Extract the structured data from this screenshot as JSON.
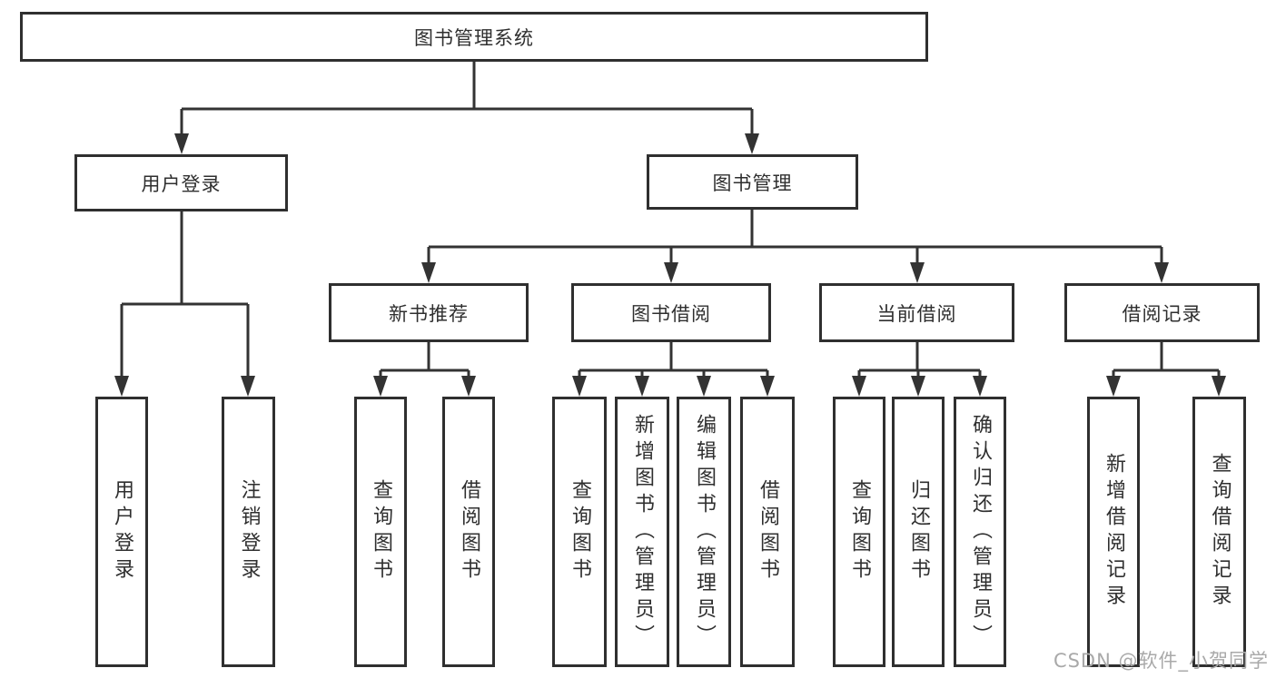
{
  "diagram_type": "hierarchy-tree",
  "colors": {
    "line": "#333333",
    "box_border": "#2f2f2f",
    "text": "#2f2f2f",
    "watermark": "#a9a9a9",
    "background": "#ffffff"
  },
  "tree": {
    "root": {
      "label": "图书管理系统",
      "children": [
        {
          "label": "用户登录",
          "children": [
            {
              "label": "用户登录"
            },
            {
              "label": "注销登录"
            }
          ]
        },
        {
          "label": "图书管理",
          "children": [
            {
              "label": "新书推荐",
              "children": [
                {
                  "label": "查询图书"
                },
                {
                  "label": "借阅图书"
                }
              ]
            },
            {
              "label": "图书借阅",
              "children": [
                {
                  "label": "查询图书"
                },
                {
                  "label": "新增图书（管理员）"
                },
                {
                  "label": "编辑图书（管理员）"
                },
                {
                  "label": "借阅图书"
                }
              ]
            },
            {
              "label": "当前借阅",
              "children": [
                {
                  "label": "查询图书"
                },
                {
                  "label": "归还图书"
                },
                {
                  "label": "确认归还（管理员）"
                }
              ]
            },
            {
              "label": "借阅记录",
              "children": [
                {
                  "label": "新增借阅记录"
                },
                {
                  "label": "查询借阅记录"
                }
              ]
            }
          ]
        }
      ]
    }
  },
  "watermark": "CSDN @软件_小贺同学"
}
